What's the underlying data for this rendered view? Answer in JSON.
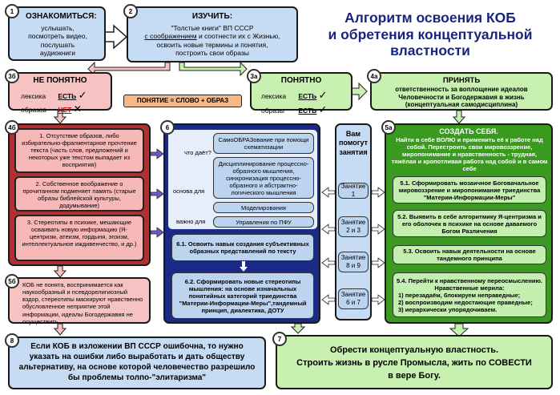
{
  "title": {
    "line1": "Алгоритм освоения КОБ",
    "line2": "и обретения концептуальной",
    "line3": "властности"
  },
  "step1": {
    "num": "1",
    "heading": "ОЗНАКОМИТЬСЯ:",
    "l1": "услышать,",
    "l2": "посмотреть видео,",
    "l3": "послушать",
    "l4": "аудиокниги"
  },
  "step2": {
    "num": "2",
    "heading": "ИЗУЧИТЬ:",
    "l1": "\"Толстые книги\" ВП СССР",
    "l2a": "с соображением",
    "l2b": " и соотнести их с Жизнью,",
    "l3": "освоить новые термины и понятия,",
    "l4": "построить свои образы"
  },
  "step3b": {
    "num": "3б",
    "heading": "НЕ ПОНЯТНО",
    "row1_label": "лексика",
    "row1_value": "ЕСТЬ",
    "row2_label": "образов",
    "row2_value": "НЕТ"
  },
  "equation": "ПОНЯТИЕ = СЛОВО + ОБРАЗ",
  "step3a": {
    "num": "3а",
    "heading": "ПОНЯТНО",
    "row1_label": "лексика",
    "row1_value": "ЕСТЬ",
    "row2_label": "образы",
    "row2_value": "ЕСТЬ"
  },
  "step4a": {
    "num": "4а",
    "heading": "ПРИНЯТЬ",
    "l1": "ответственность за воплощение идеалов",
    "l2": "Человечности и Богодержавия в жизнь",
    "l3": "(концептуальная самодисциплина)"
  },
  "step4b": {
    "num": "4б",
    "items": [
      "1. Отсутствие образов, либо избирательно-фрагментарное прочтение текста (часть слов, предложений и некоторых уже текстом выпадает из восприятия)",
      "2. Собственное воображение о прочитанном подменяет память (старые образы библейской культуры, додумывание)",
      "3. Стереотипы в психике, мешающие осваивать новую информацию (Я-центризм, атеизм, гордыня, эгоизм, интеллектуальное иждивенчество, и др.)"
    ]
  },
  "step5b": {
    "num": "5б",
    "text": "КОБ не понята, воспринимается как наукообразный и псевдорелигиозный вздор, стереотипы маскируют нравственно обусловленное неприятие этой информации, идеалы Богодержавия не осуществить"
  },
  "step6": {
    "num": "6",
    "q1": "что даёт?",
    "q2": "основа для",
    "q3": "важно для",
    "a1": "СамоОБРАЗование при помощи схематизации",
    "a2": "Дисциплинирование процессно-образного мышления, синхронизация процессно-образного и абстрактно-логического мышления",
    "a3": "Моделирования",
    "a4": "Управления по ПФУ",
    "s1": "6.1. Освоить навык создания субъективных образных представлений по тексту",
    "s2": "6.2. Сформировать новые стереотипы мышления: на основе изначальных понятийных категорий триединства \"Материи-Информации-Меры\",тандемный принцип, диалектика, ДОТУ"
  },
  "help": {
    "heading_l1": "Вам",
    "heading_l2": "помогут",
    "heading_l3": "занятия",
    "lessons": [
      "Занятие 1",
      "Занятие 2 и 3",
      "Занятие 8 и 9",
      "Занятие 6 и 7"
    ]
  },
  "step5a": {
    "num": "5а",
    "heading": "СОЗДАТЬ СЕБЯ.",
    "intro": "Найти в себе ВОЛЮ и применить её к работе над собой. Перестроить свои мировоззрение, миропонимание и нравственность - трудная, тяжёлая и кропотливая работа над собой и в самом себе",
    "items": [
      "5.1. Сформировать мозаичное Боговачальное мировоззрение и миропонимание триединства \"Материи-Информации-Меры\"",
      "5.2. Выявить в себе алгоритмику Я-центризма и его оболочек в психике на основе даваемого Богом Различения",
      "5.3. Освоить навык деятельности на основе тандемного принципа"
    ],
    "item4_head": "5.4. Перейти к нравственному переосмыслению. Нравственные мерила:",
    "item4_list": [
      "1) перезадаём, блокируем неправедные;",
      "2) воспроизводим недостающие праведные;",
      "3) иерархически упорядочиваем."
    ]
  },
  "step8": {
    "num": "8",
    "text": "Если КОБ в изложении ВП СССР ошибочна, то нужно указать на ошибки либо выработать и дать обществу альтернативу, на основе которой человечество разрешило бы проблемы толпо-\"элитаризма\""
  },
  "step7": {
    "num": "7",
    "l1": "Обрести концептуальную властность.",
    "l2": "Строить жизнь в русле Промысла, жить по СОВЕСТИ",
    "l3": "в вере Богу."
  },
  "colors": {
    "blue": "#c6dcf5",
    "navy": "#1a2a88",
    "green_light": "#c8f0b0",
    "green_dark": "#3a9a20",
    "pink": "#f6c2c2",
    "orange": "#f5b888",
    "title": "#1a237e",
    "red": "#d00000"
  }
}
